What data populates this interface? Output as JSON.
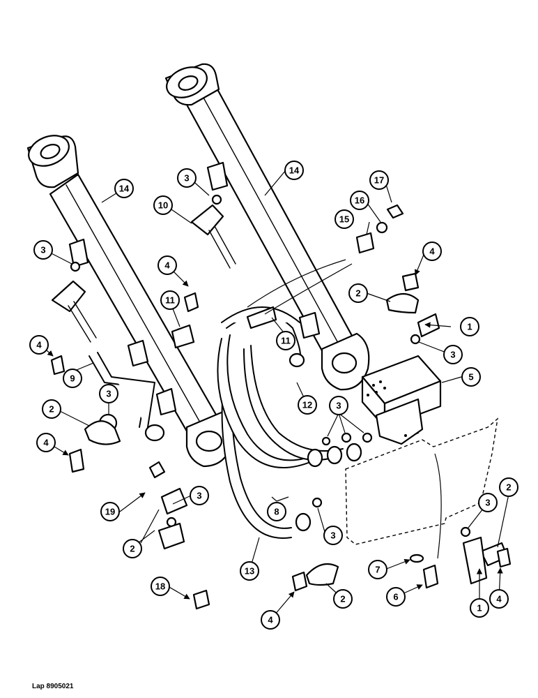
{
  "diagram": {
    "reference": "Lap 8905021",
    "callouts": [
      {
        "id": "c1a",
        "label": "1"
      },
      {
        "id": "c1b",
        "label": "1"
      },
      {
        "id": "c2a",
        "label": "2"
      },
      {
        "id": "c2b",
        "label": "2"
      },
      {
        "id": "c2c",
        "label": "2"
      },
      {
        "id": "c2d",
        "label": "2"
      },
      {
        "id": "c2e",
        "label": "2"
      },
      {
        "id": "c3a",
        "label": "3"
      },
      {
        "id": "c3b",
        "label": "3"
      },
      {
        "id": "c3c",
        "label": "3"
      },
      {
        "id": "c3d",
        "label": "3"
      },
      {
        "id": "c3e",
        "label": "3"
      },
      {
        "id": "c3f",
        "label": "3"
      },
      {
        "id": "c3g",
        "label": "3"
      },
      {
        "id": "c3h",
        "label": "3"
      },
      {
        "id": "c4a",
        "label": "4"
      },
      {
        "id": "c4b",
        "label": "4"
      },
      {
        "id": "c4c",
        "label": "4"
      },
      {
        "id": "c4d",
        "label": "4"
      },
      {
        "id": "c4e",
        "label": "4"
      },
      {
        "id": "c4f",
        "label": "4"
      },
      {
        "id": "c5",
        "label": "5"
      },
      {
        "id": "c6",
        "label": "6"
      },
      {
        "id": "c7",
        "label": "7"
      },
      {
        "id": "c8",
        "label": "8"
      },
      {
        "id": "c9",
        "label": "9"
      },
      {
        "id": "c10",
        "label": "10"
      },
      {
        "id": "c11a",
        "label": "11"
      },
      {
        "id": "c11b",
        "label": "11"
      },
      {
        "id": "c12",
        "label": "12"
      },
      {
        "id": "c13",
        "label": "13"
      },
      {
        "id": "c14a",
        "label": "14"
      },
      {
        "id": "c14b",
        "label": "14"
      },
      {
        "id": "c15",
        "label": "15"
      },
      {
        "id": "c16",
        "label": "16"
      },
      {
        "id": "c17",
        "label": "17"
      },
      {
        "id": "c18",
        "label": "18"
      },
      {
        "id": "c19",
        "label": "19"
      }
    ]
  }
}
